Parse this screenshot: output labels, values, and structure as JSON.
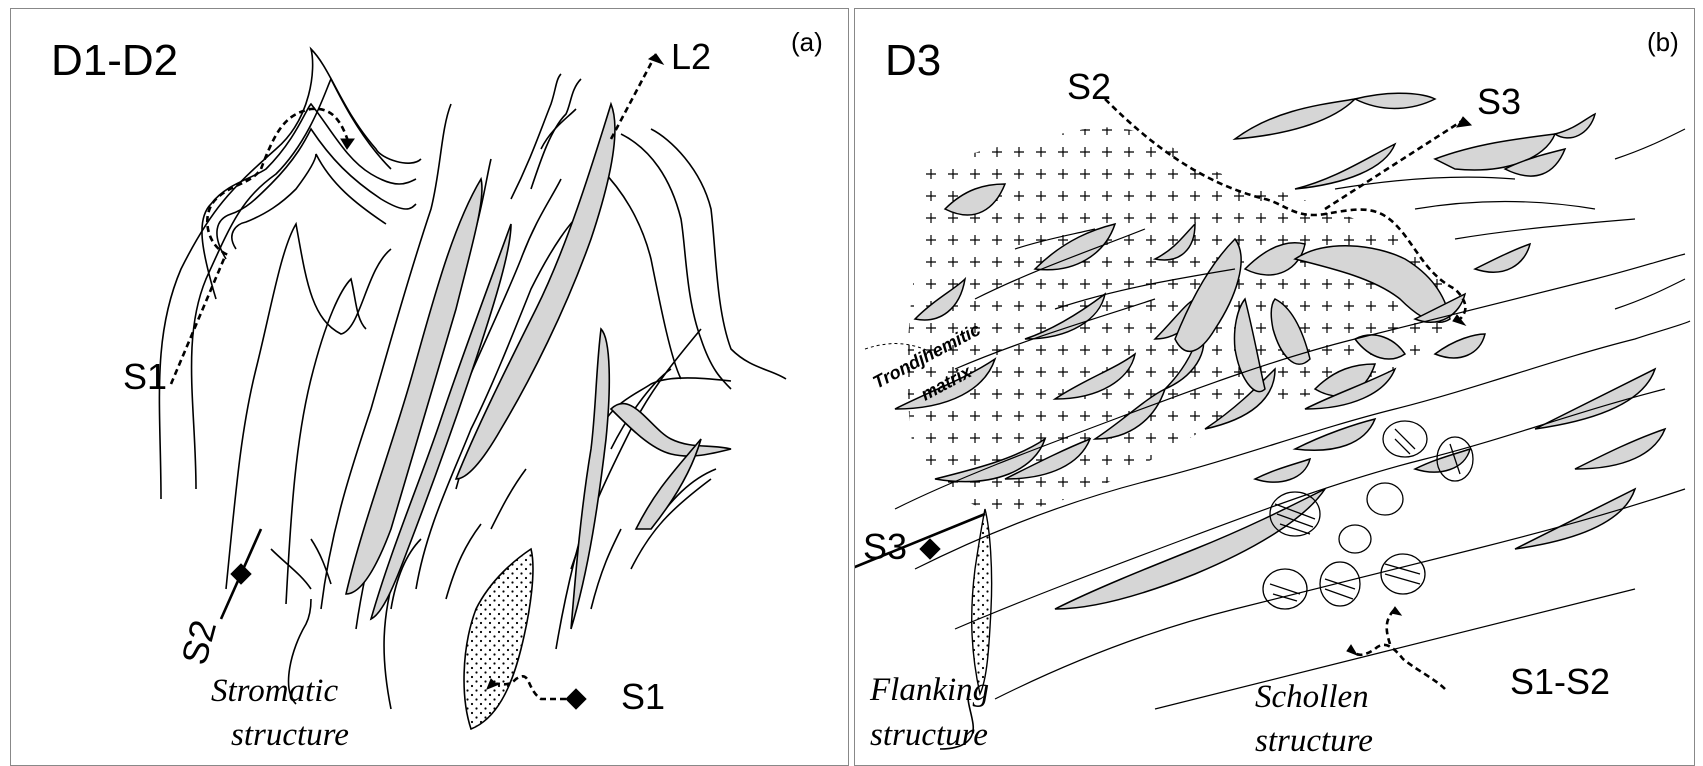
{
  "panel_a": {
    "stage": "D1-D2",
    "letter": "(a)",
    "labels": {
      "l2": "L2",
      "s1_upper": "S1",
      "s2": "S2",
      "s1_lower": "S1"
    },
    "captions": {
      "stromatic_line1": "Stromatic",
      "stromatic_line2": "structure"
    }
  },
  "panel_b": {
    "stage": "D3",
    "letter": "(b)",
    "labels": {
      "s2": "S2",
      "s3_top": "S3",
      "s3_left": "S3",
      "s1_s2": "S1-S2"
    },
    "matrix_line1": "Trondjhemitic",
    "matrix_line2": "matrix",
    "captions": {
      "flanking_line1": "Flanking",
      "flanking_line2": "structure",
      "schollen_line1": "Schollen",
      "schollen_line2": "structure"
    }
  },
  "colors": {
    "ink": "#000000",
    "shaded_layer": "#d6d6d6",
    "frame": "#888888"
  }
}
